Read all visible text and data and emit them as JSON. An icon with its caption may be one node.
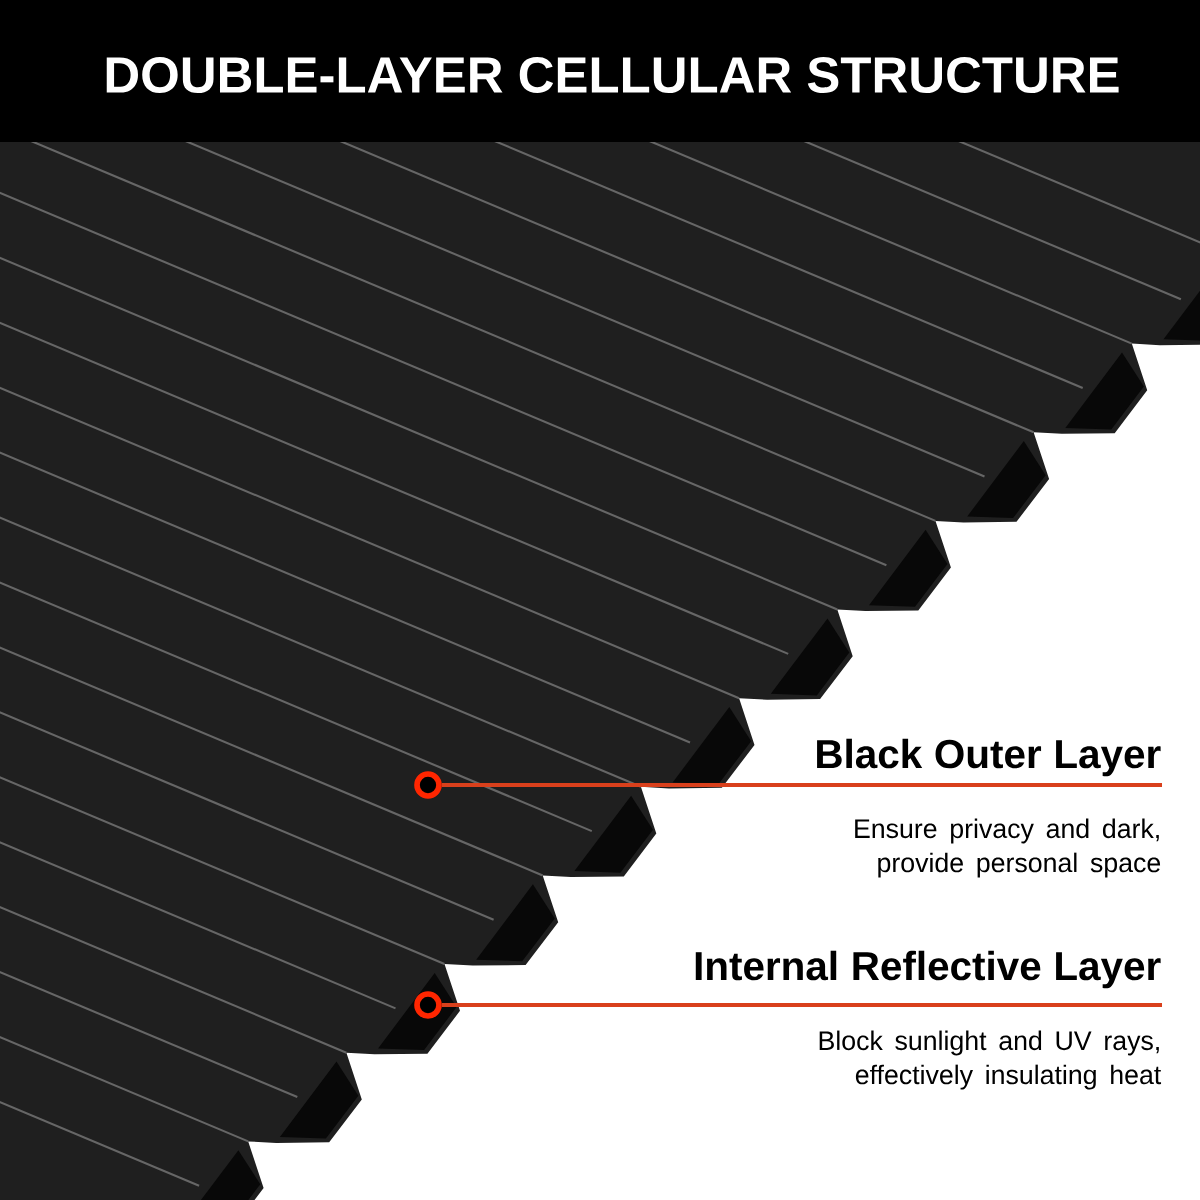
{
  "diagram": {
    "title": "DOUBLE-LAYER CELLULAR STRUCTURE",
    "nodes": [
      {
        "text": [
          "Black Outer Layer",
          "Ensure privacy and dark, provide personal space"
        ]
      },
      {
        "text": [],
        "shape": "circle"
      },
      {
        "text": [
          "Internal Reflective Layer",
          "Block sunlight and UV rays, effectively insulating heat"
        ]
      },
      {
        "text": [],
        "shape": "circle"
      }
    ],
    "edges": [
      {
        "from": 0,
        "to": 1,
        "arrow": "none",
        "color": "#d9401c"
      },
      {
        "from": 2,
        "to": 3,
        "arrow": "none",
        "color": "#d9401c"
      }
    ]
  }
}
